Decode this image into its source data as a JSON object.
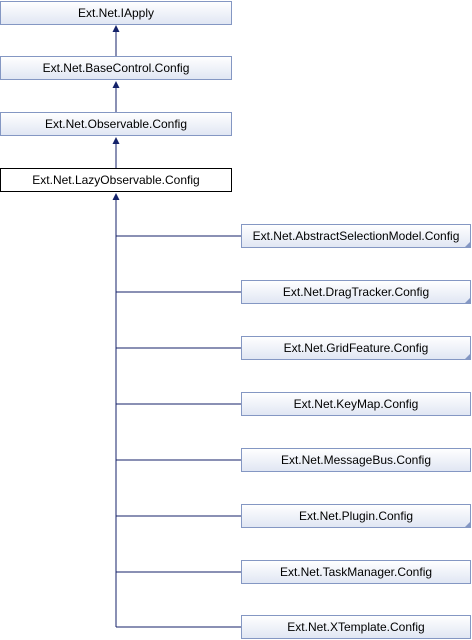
{
  "diagram": {
    "nodes": {
      "iapply": "Ext.Net.IApply",
      "basecontrol": "Ext.Net.BaseControl.Config",
      "observable": "Ext.Net.Observable.Config",
      "lazyobservable": "Ext.Net.LazyObservable.Config",
      "children": [
        "Ext.Net.AbstractSelectionModel.Config",
        "Ext.Net.DragTracker.Config",
        "Ext.Net.GridFeature.Config",
        "Ext.Net.KeyMap.Config",
        "Ext.Net.MessageBus.Config",
        "Ext.Net.Plugin.Config",
        "Ext.Net.TaskManager.Config",
        "Ext.Net.XTemplate.Config"
      ]
    },
    "colors": {
      "edge": "#14226a",
      "box_border": "#8497c3",
      "box_fill_top": "#ffffff",
      "box_fill_bottom": "#e0e6f3"
    }
  }
}
